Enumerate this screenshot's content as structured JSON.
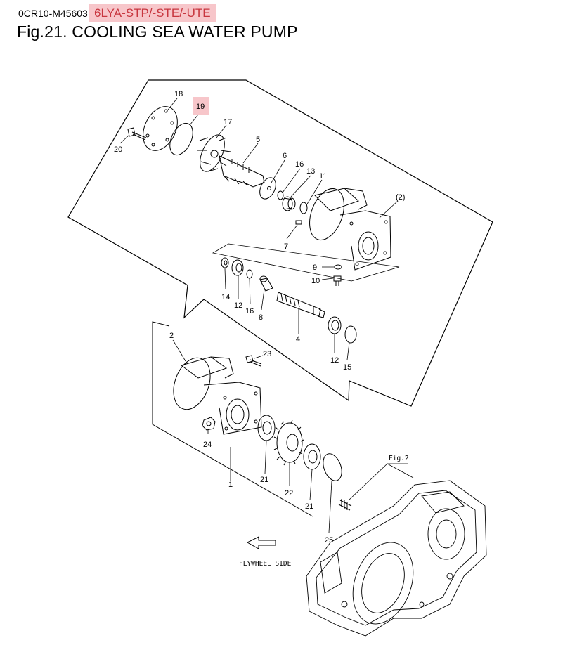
{
  "header": {
    "code": "0CR10-M45603",
    "model": "6LYA-STP/-STE/-UTE",
    "model_highlight_color": "#f7c6ca",
    "model_text_color": "#c8363f"
  },
  "title": "Fig.21.  COOLING SEA WATER PUMP",
  "callouts": {
    "p18": "18",
    "p19": "19",
    "p17": "17",
    "p20": "20",
    "p5": "5",
    "p6": "6",
    "p16a": "16",
    "p13": "13",
    "p11": "11",
    "p2b": "(2)",
    "p7": "7",
    "p9": "9",
    "p10": "10",
    "p14": "14",
    "p12a": "12",
    "p16b": "16",
    "p8": "8",
    "p4": "4",
    "p12b": "12",
    "p15": "15",
    "p2": "2",
    "p23": "23",
    "p24": "24",
    "p1": "1",
    "p21a": "21",
    "p22": "22",
    "p21b": "21",
    "p25": "25"
  },
  "highlighted_callout": "19",
  "fig_ref": "Fig.2",
  "direction": "FLYWHEEL SIDE"
}
